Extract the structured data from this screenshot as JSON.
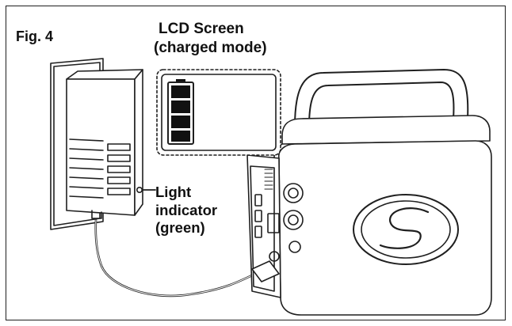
{
  "figure": {
    "label": "Fig. 4",
    "lcd_callout": {
      "title": "LCD Screen",
      "subtitle": "(charged mode)"
    },
    "indicator_callout": {
      "line1": "Light",
      "line2": "indicator",
      "line3": "(green)"
    }
  },
  "colors": {
    "stroke": "#1f1f1f",
    "fill": "#ffffff",
    "battery_segment": "#111111"
  },
  "icons": [
    "wall-outlet",
    "charger-adapter",
    "battery-level-icon",
    "power-station",
    "brand-logo-icon"
  ]
}
